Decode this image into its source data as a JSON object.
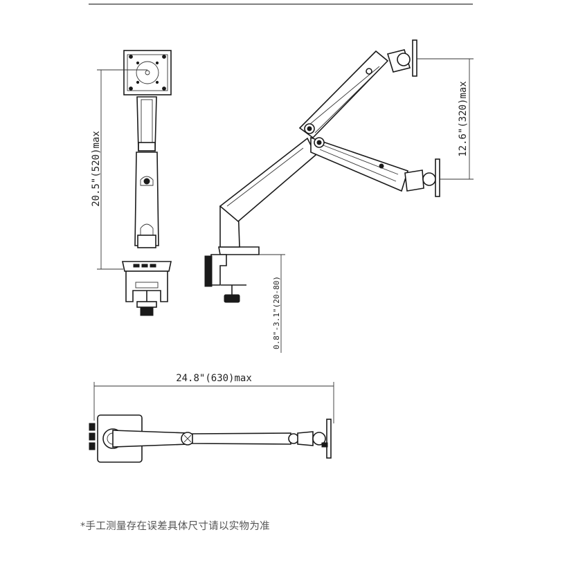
{
  "dimensions": {
    "height_total": "20.5\"(520)max",
    "height_arm": "12.6\"(320)max",
    "clamp_thickness": "0.8\"-3.1\"(20-80)",
    "reach": "24.8\"(630)max"
  },
  "footnote": "*手工测量存在误差具体尺寸请以实物为准"
}
